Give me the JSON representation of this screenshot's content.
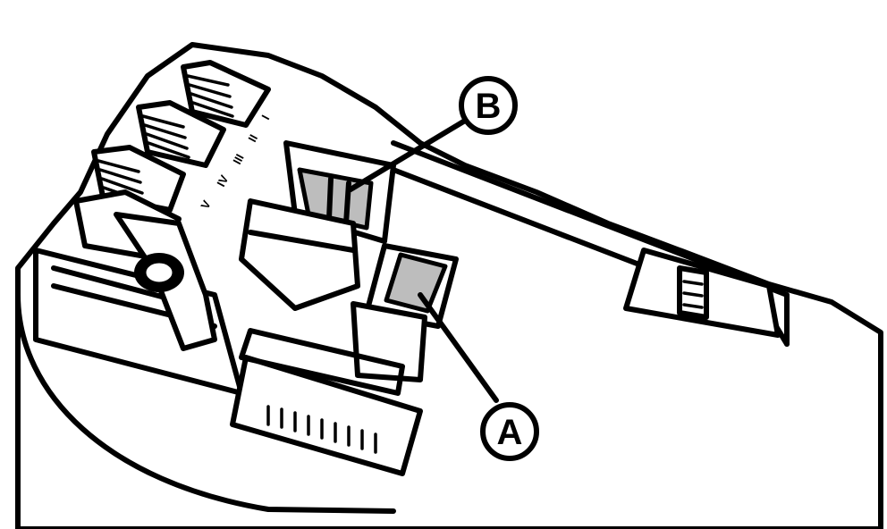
{
  "callouts": {
    "a": {
      "label": "A"
    },
    "b": {
      "label": "B"
    }
  },
  "scale_marks": [
    "I",
    "II",
    "III",
    "IV",
    "V"
  ],
  "colors": {
    "highlight": "#bdbdbd",
    "line": "#000000",
    "background": "#ffffff"
  }
}
